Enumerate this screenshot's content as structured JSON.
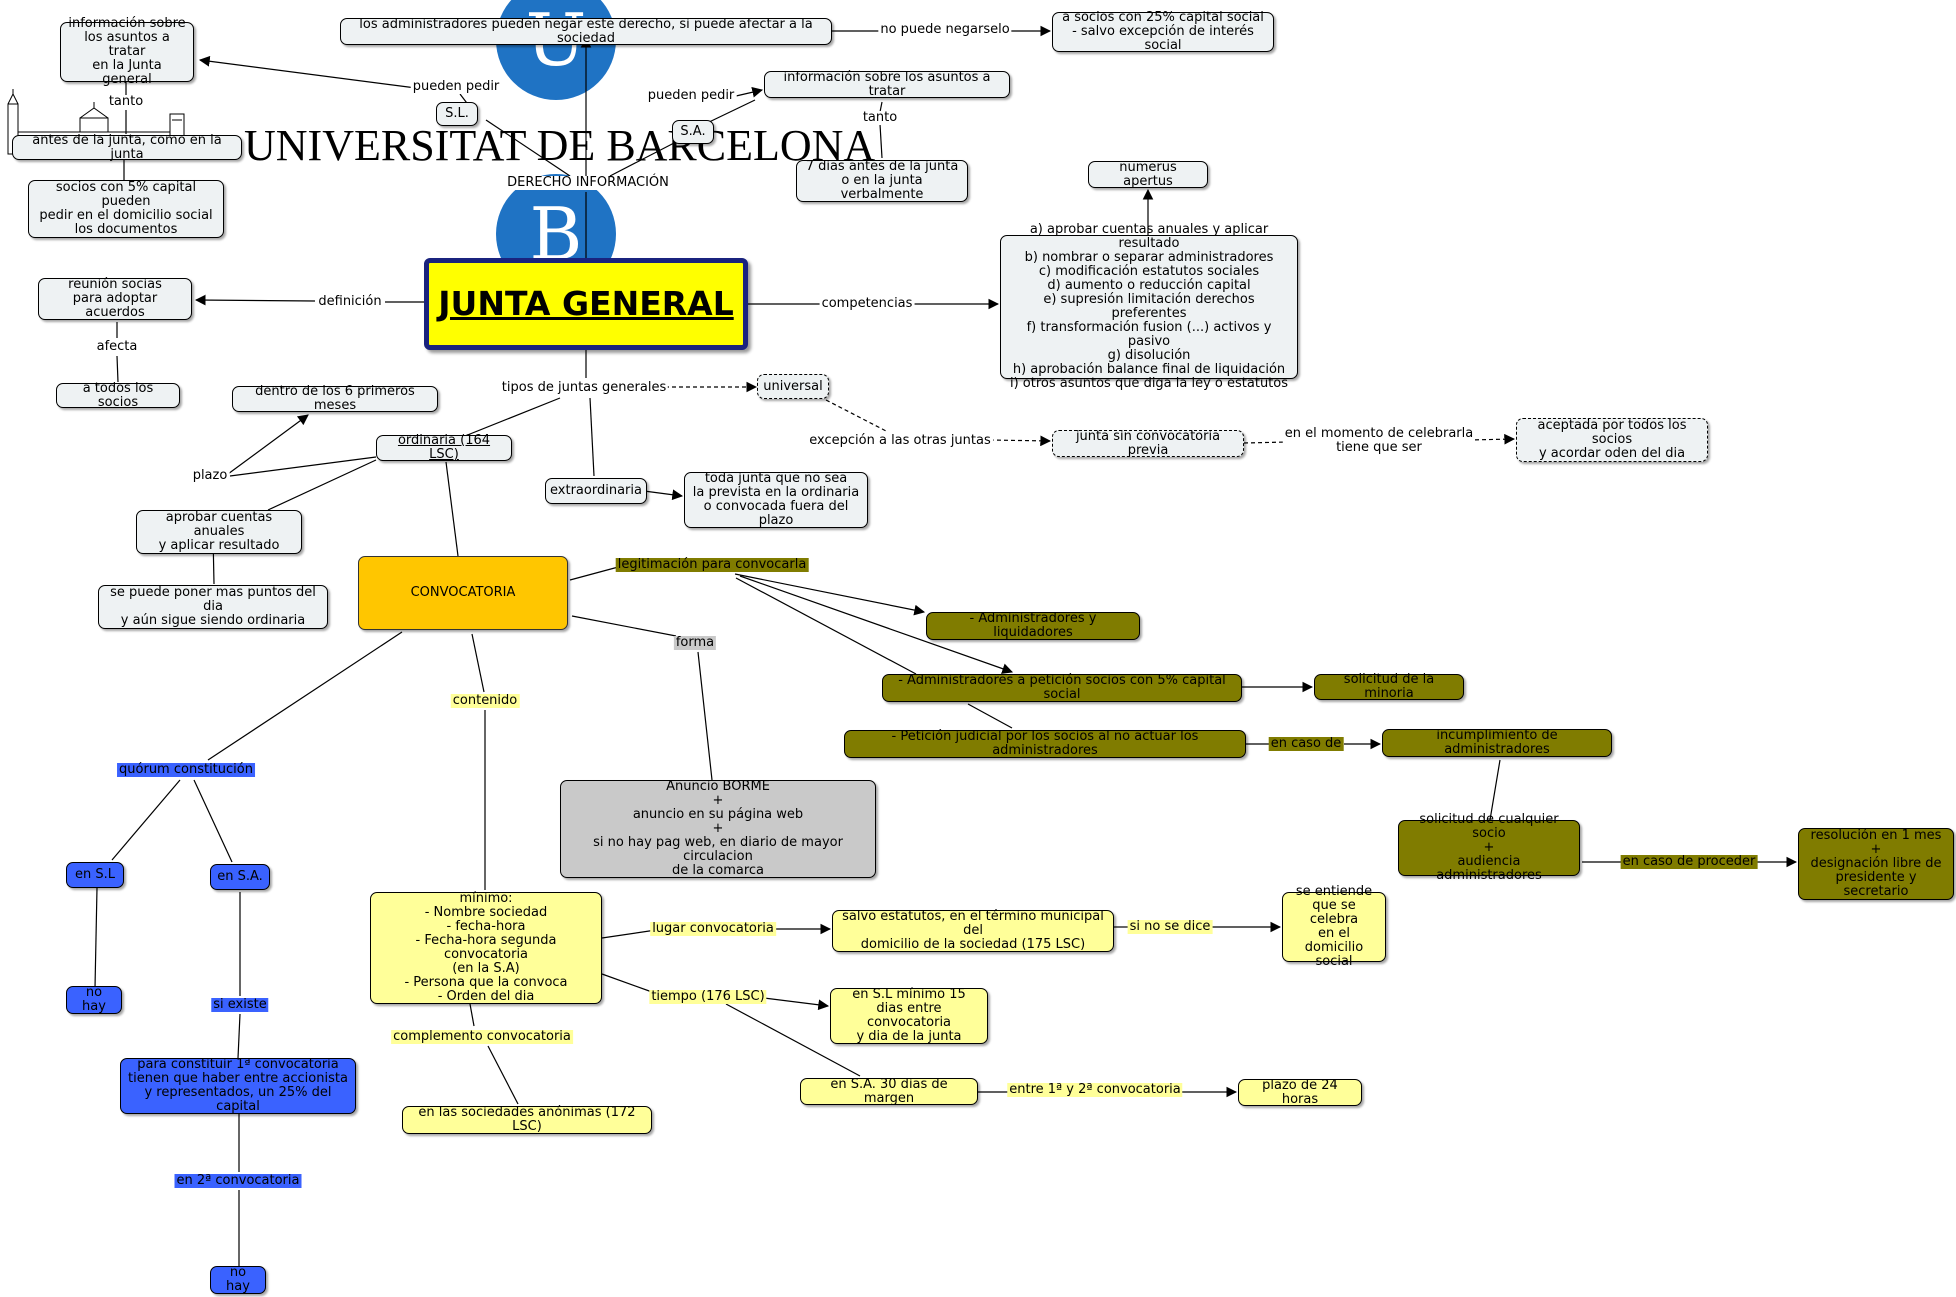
{
  "logo": {
    "letter_top": "U",
    "letter_bottom": "B",
    "university": "UNIVERSITAT DE BARCELONA",
    "circle_color": "#1f73c4"
  },
  "colors": {
    "main_fill": "#ffff00",
    "main_border": "#1a237e",
    "default_fill": "#eef2f3",
    "yellow_fill": "#ffff99",
    "gold_fill": "#ffc600",
    "olive_fill": "#807c00",
    "blue_fill": "#3a62ff",
    "gray_fill": "#c9c9c9"
  },
  "nodes": {
    "junta_general": "JUNTA GENERAL",
    "info_asuntos_left": "información sobre\nlos asuntos a tratar\nen la Junta general",
    "antes_junta": "antes de la junta, como en la junta",
    "socios_5_docs": "socios con 5% capital pueden\npedir en el domicilio social\nlos documentos",
    "sl": "S.L.",
    "sa": "S.A.",
    "admins_negar": "los administradores pueden negar este derecho, si puede afectar a la sociedad",
    "socios_25": "a socios con 25% capital social\n- salvo excepción de interés social",
    "info_asuntos_right": "información sobre los asuntos a tratar",
    "siete_dias": "7 dias antes de la junta\no en la junta verbalmente",
    "numerus_apertus": "numerus apertus",
    "competencias_list": "a) aprobar cuentas anuales y aplicar resultado\nb) nombrar o separar administradores\nc) modificación estatutos sociales\nd) aumento o reducción capital\ne) supresión limitación derechos preferentes\nf) transformación fusion (...) activos y pasivo\ng) disolución\nh) aprobación balance final de liquidación\ni) otros asuntos que diga la ley o estatutos",
    "reunion_socias": "reunión socias\npara adoptar acuerdos",
    "todos_socios": "a todos los socios",
    "seis_meses": "dentro de los 6 primeros meses",
    "ordinaria": "ordinaria (164 LSC)",
    "aprobar_cuentas": "aprobar cuentas anuales\ny aplicar resultado",
    "mas_puntos": "se puede poner mas puntos del dia\ny aún sigue siendo ordinaria",
    "universal": "universal",
    "extraordinaria": "extraordinaria",
    "toda_junta": "toda junta que no sea\nla prevista en la ordinaria\no convocada fuera del plazo",
    "sin_convocatoria": "junta sin convocatoria previa",
    "aceptada": "aceptada por todos los socios\ny acordar oden del dia",
    "convocatoria": "CONVOCATORIA",
    "admins_liquidadores": "- Administradores y liquidadores",
    "admins_peticion": "- Administradores a petición socios con 5% capital social",
    "solicitud_minoria": "solicitud de la minoria",
    "peticion_judicial": "- Petición judicial por los socios al no actuar los administradores",
    "incumplimiento": "incumplimiento de administradores",
    "solicitud_socio": "solicitud de cualquier socio\n+\naudiencia administradores",
    "resolucion": "resolución en 1 mes\n+\ndesignación libre de\npresidente y secretario",
    "anuncio_borme": "Anuncio BORME\n+\nanuncio en su página web\n+\nsi no hay pag web, en diario de mayor circulacion\nde la comarca",
    "minimo": "mínimo:\n- Nombre sociedad\n- fecha-hora\n- Fecha-hora segunda convocatoria\n(en la S.A)\n- Persona que la convoca\n- Orden del dia",
    "salvo_estatutos": "salvo estatutos, en el término municipal del\ndomicilio de la sociedad (175 LSC)",
    "se_entiende": "se entiende\nque se celebra\nen el domicilio\nsocial",
    "sl_15_dias": "en S.L mínimo 15\ndias entre convocatoria\ny dia de la junta",
    "sa_30_dias": "en S.A. 30 dias de margen",
    "plazo_24": "plazo de 24 horas",
    "sa_172": "en las sociedades anónimas (172 LSC)",
    "en_sl": "en S.L",
    "en_sa": "en S.A.",
    "no_hay_1": "no hay",
    "primera_conv": "para constituir 1ª convocatoria\ntienen que haber entre accionista\ny representados, un 25% del capital",
    "no_hay_2": "no hay"
  },
  "labels": {
    "derecho_informacion": "DERECHO INFORMACIÓN",
    "pueden_pedir_1": "pueden pedir",
    "pueden_pedir_2": "pueden pedir",
    "tanto_1": "tanto",
    "tanto_2": "tanto",
    "no_puede_negarselo": "no puede negarselo",
    "definicion": "definición",
    "afecta": "afecta",
    "competencias": "competencias",
    "tipos_juntas": "tipos de juntas generales",
    "plazo": "plazo",
    "excepcion": "excepción a las otras juntas",
    "momento_celebrarla": "en el momento de celebrarla\ntiene que ser",
    "legitimacion": "legitimación para convocarla",
    "forma": "forma",
    "contenido": "contenido",
    "en_caso_de": "en caso de",
    "en_caso_proceder": "en caso de proceder",
    "quorum": "quórum constitución",
    "lugar_convocatoria": "lugar convocatoria",
    "si_no_se_dice": "si no se dice",
    "tiempo": "tiempo (176 LSC)",
    "entre_convocatorias": "entre 1ª y 2ª convocatoria",
    "complemento": "complemento convocatoria",
    "si_existe": "si existe",
    "en_2a_convocatoria": "en 2ª convocatoria"
  }
}
